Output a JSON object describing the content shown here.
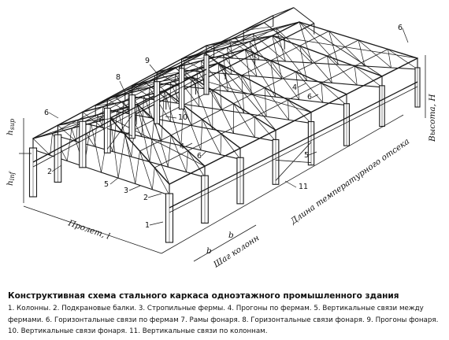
{
  "figure": {
    "caption_title": "Конструктивная схема стального каркаса одноэтажного промышленного здания",
    "legend": "1. Колонны. 2. Подкрановые балки. 3. Стропильные фермы. 4. Прогоны по фермам. 5. Вертикальные связи между фермами. 6. Горизонтальные связи по фермам 7. Рамы фонаря. 8. Горизонтальные связи фонаря. 9. Прогоны фонаря. 10. Вертикальные связи фонаря. 11. Вертикальные связи по колоннам."
  },
  "dimensions": {
    "span": "Пролет, l",
    "column_pitch": "Шаг колонн",
    "pitch_b1": "b",
    "pitch_b2": "b",
    "compartment_length": "Длина температурного отсека",
    "height": "Высота, H",
    "h_sup": "h",
    "h_sup_sub": "sup",
    "h_inf": "h",
    "h_inf_sub": "inf"
  },
  "callouts": {
    "n1": "1",
    "n2a": "2",
    "n2b": "2",
    "n3": "3",
    "n4a": "4",
    "n4b": "4",
    "n5a": "5",
    "n5b": "5",
    "n6a": "6",
    "n6b": "6",
    "n6c": "6",
    "n6d": "6",
    "n7": "7",
    "n8": "8",
    "n9": "9",
    "n10": "10",
    "n11": "11"
  }
}
